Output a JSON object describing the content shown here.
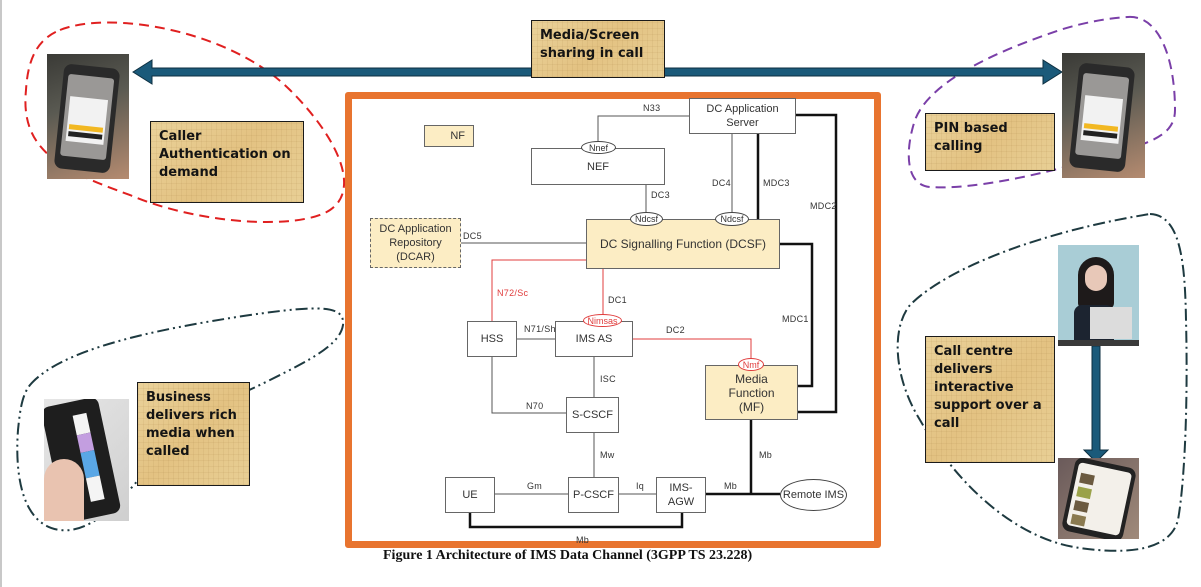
{
  "use_cases": {
    "media_sharing": "Media/Screen sharing in call",
    "caller_auth": "Caller Authentication on demand",
    "pin_calling": "PIN based calling",
    "business_media": "Business delivers rich media when called",
    "call_centre": "Call centre delivers interactive support over a call"
  },
  "colors": {
    "frame": "#e8742f",
    "arrow": "#1b5a7a",
    "nf_fill": "#fcedc4",
    "red_link": "#e03c3c",
    "auth_outline": "#e02020",
    "pin_outline": "#7a3fa8",
    "dashdot_outline": "#1e3a40"
  },
  "diagram": {
    "legend_nf": "NF",
    "nodes": {
      "dc_app_server": "DC Application Server",
      "nef": "NEF",
      "dcar": "DC Application Repository (DCAR)",
      "dcsf": "DC Signalling Function (DCSF)",
      "hss": "HSS",
      "ims_as": "IMS AS",
      "s_cscf": "S-CSCF",
      "mf": "Media Function (MF)",
      "ue": "UE",
      "p_cscf": "P-CSCF",
      "ims_agw": "IMS-AGW",
      "remote_ims": "Remote IMS"
    },
    "service_interfaces": {
      "nnef": "Nnef",
      "ndcsf_1": "Ndcsf",
      "ndcsf_2": "Ndcsf",
      "nimsas": "Nimsas",
      "nmf": "Nmf"
    },
    "links": {
      "n33": "N33",
      "dc3": "DC3",
      "dc4": "DC4",
      "mdc3": "MDC3",
      "mdc2": "MDC2",
      "dc5": "DC5",
      "n72_sc": "N72/Sc",
      "dc1": "DC1",
      "n71_sh": "N71/Sh",
      "dc2": "DC2",
      "mdc1": "MDC1",
      "isc": "ISC",
      "n70": "N70",
      "mw": "Mw",
      "mb_1": "Mb",
      "gm": "Gm",
      "iq": "Iq",
      "mb_2": "Mb",
      "mb_3": "Mb"
    },
    "caption": "Figure 1 Architecture of IMS Data Channel (3GPP TS 23.228)"
  }
}
